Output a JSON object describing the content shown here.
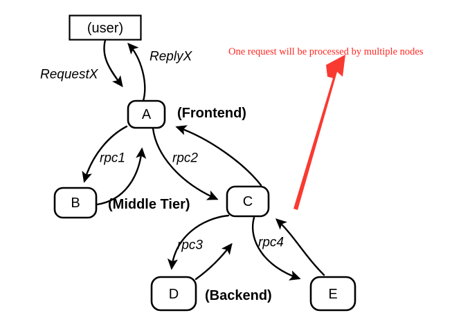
{
  "diagram": {
    "title_text": "",
    "nodes": [
      {
        "id": "user",
        "label": "(user)",
        "shape": "rectangle"
      },
      {
        "id": "A",
        "label": "A",
        "shape": "rounded"
      },
      {
        "id": "B",
        "label": "B",
        "shape": "rounded"
      },
      {
        "id": "C",
        "label": "C",
        "shape": "rounded"
      },
      {
        "id": "D",
        "label": "D",
        "shape": "rounded"
      },
      {
        "id": "E",
        "label": "E",
        "shape": "rounded"
      }
    ],
    "edge_labels": [
      {
        "id": "requestx",
        "label": "RequestX"
      },
      {
        "id": "replyx",
        "label": "ReplyX"
      },
      {
        "id": "rpc1",
        "label": "rpc1"
      },
      {
        "id": "rpc2",
        "label": "rpc2"
      },
      {
        "id": "rpc3",
        "label": "rpc3"
      },
      {
        "id": "rpc4",
        "label": "rpc4"
      }
    ],
    "tier_labels": [
      {
        "id": "frontend",
        "label": "(Frontend)"
      },
      {
        "id": "middle-tier",
        "label": "(Middle Tier)"
      },
      {
        "id": "backend",
        "label": "(Backend)"
      }
    ],
    "annotation": {
      "text": "One request will be processed by multiple nodes",
      "color": "#ff2a24",
      "arrow_color": "#f93a31"
    },
    "colors": {
      "stroke": "#000000",
      "fill": "#ffffff",
      "background": "#ffffff"
    }
  }
}
